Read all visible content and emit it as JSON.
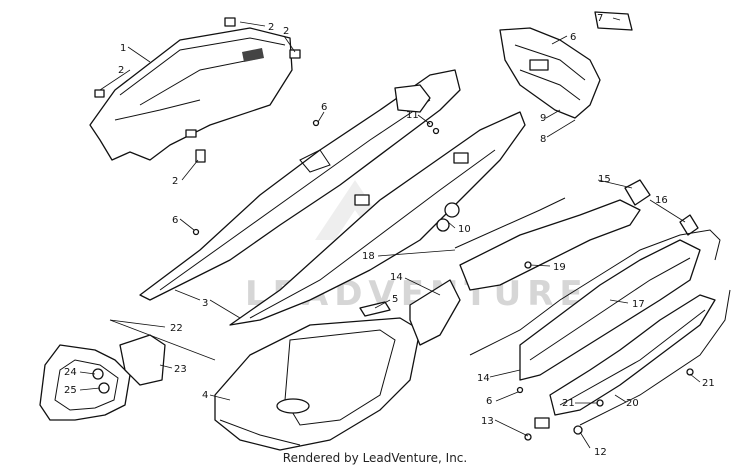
{
  "watermark": "LEADVENTURE",
  "footer": "Rendered by LeadVenture, Inc.",
  "callouts": [
    "1",
    "2",
    "2",
    "2",
    "2",
    "3",
    "4",
    "5",
    "6",
    "6",
    "6",
    "6",
    "7",
    "8",
    "9",
    "10",
    "11",
    "12",
    "13",
    "14",
    "14",
    "15",
    "16",
    "17",
    "18",
    "19",
    "20",
    "21",
    "21",
    "22",
    "23",
    "24",
    "25"
  ]
}
